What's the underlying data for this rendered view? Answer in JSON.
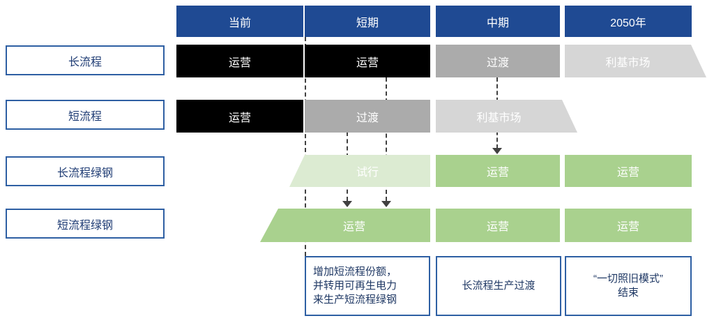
{
  "diagram": {
    "title": "steel-production-pathway-roadmap",
    "columns": [
      "当前",
      "短期",
      "中期",
      "2050年"
    ],
    "rows": [
      {
        "label": "长流程",
        "cells": [
          {
            "text": "运营",
            "status": "operating"
          },
          {
            "text": "运营",
            "status": "operating"
          },
          {
            "text": "过渡",
            "status": "transition"
          },
          {
            "text": "利基市场",
            "status": "niche-market"
          }
        ]
      },
      {
        "label": "短流程",
        "cells": [
          {
            "text": "运营",
            "status": "operating"
          },
          {
            "text": "过渡",
            "status": "transition"
          },
          {
            "text": "利基市场",
            "status": "niche-market"
          }
        ]
      },
      {
        "label": "长流程绿钢",
        "cells": [
          {
            "text": "试行",
            "status": "pilot"
          },
          {
            "text": "运营",
            "status": "operating"
          },
          {
            "text": "运营",
            "status": "operating"
          }
        ]
      },
      {
        "label": "短流程绿钢",
        "cells": [
          {
            "text": "运营",
            "status": "operating"
          },
          {
            "text": "运营",
            "status": "operating"
          },
          {
            "text": "运营",
            "status": "operating"
          }
        ]
      }
    ],
    "notes": [
      "增加短流程份额，\n并转用可再生电力\n来生产短流程绿钢",
      "长流程生产过渡",
      "“一切照旧模式”\n结束"
    ]
  },
  "colors": {
    "header-bg": "#1F4A93",
    "cell-black": "#000000",
    "cell-gray": "#ABABAB",
    "cell-light-gray": "#D6D6D6",
    "cell-green": "#A9D18E",
    "cell-light-green": "#DCEBD2",
    "box-border": "#2E5FA3",
    "label-text": "#1F3C74",
    "note-text": "#1F3864",
    "connector": "#404040",
    "cell-text": "#FFFFFF"
  }
}
